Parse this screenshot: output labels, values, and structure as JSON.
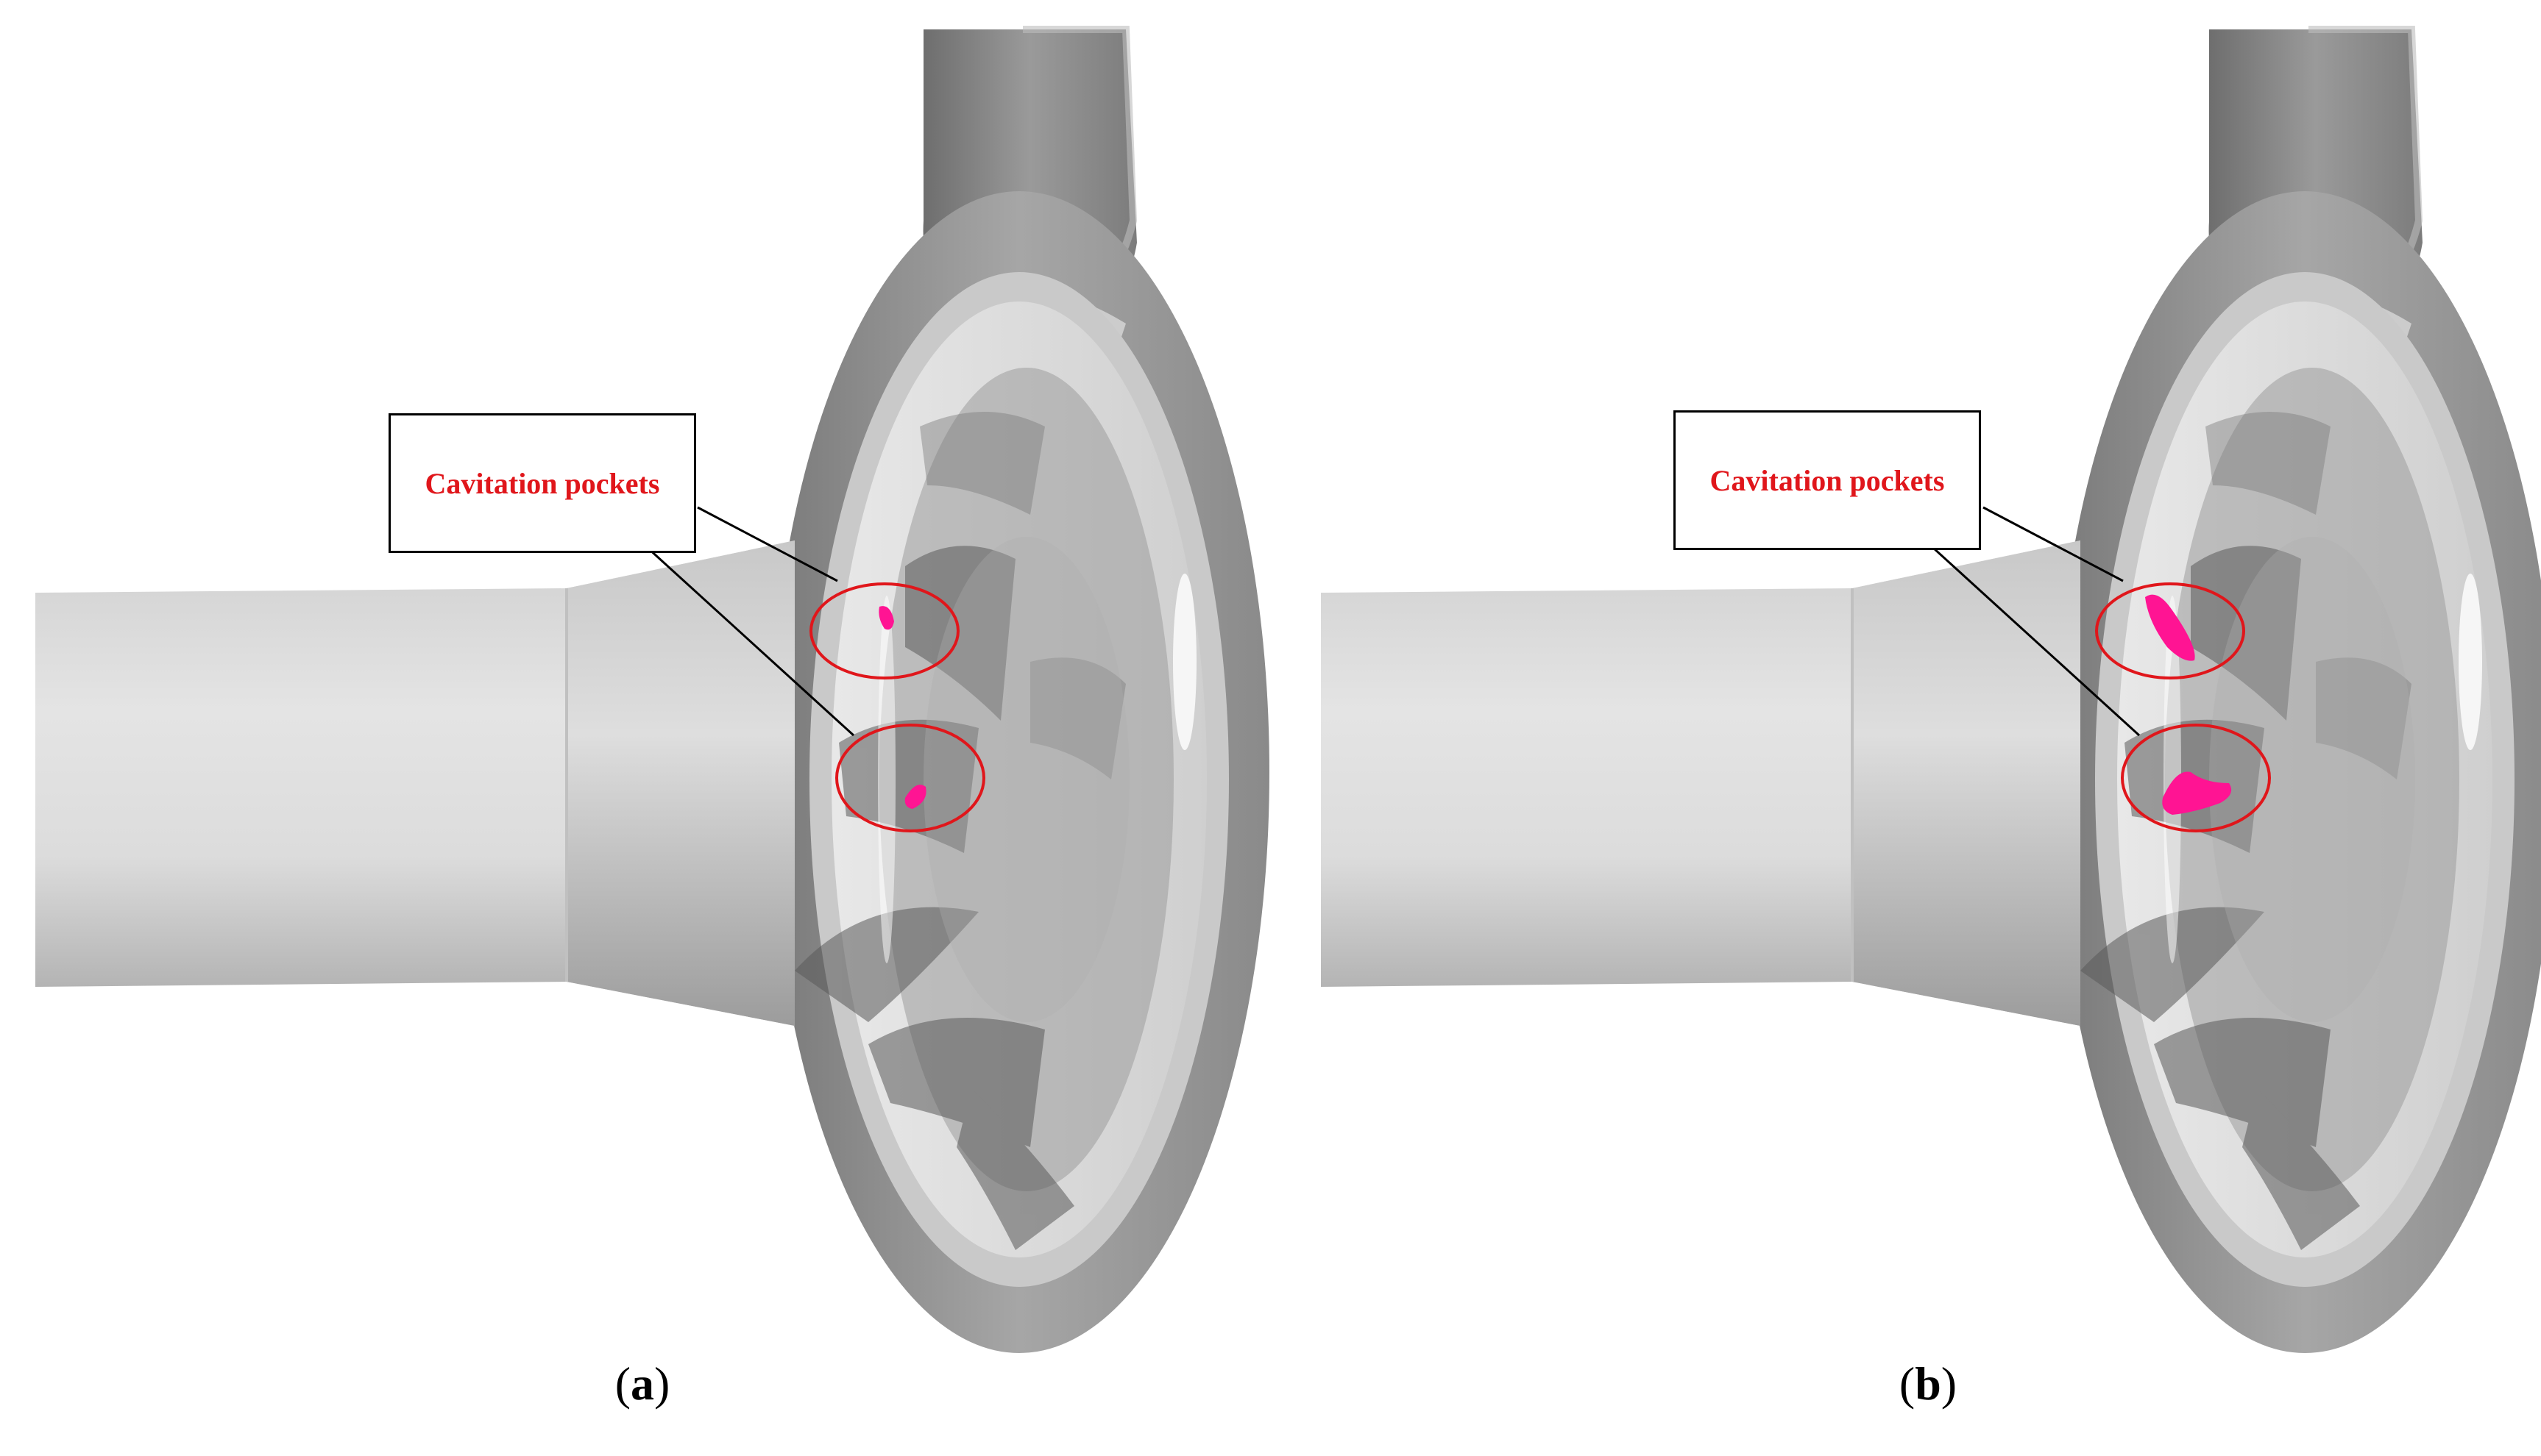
{
  "panels": [
    {
      "id": "a",
      "caption_open": "(",
      "caption_letter": "a",
      "caption_close": ")",
      "callout_label": "Cavitation pockets",
      "pocket_size": "small"
    },
    {
      "id": "b",
      "caption_open": "(",
      "caption_letter": "b",
      "caption_close": ")",
      "callout_label": "Cavitation pockets",
      "pocket_size": "large"
    }
  ],
  "colors": {
    "pocket": "#ff1493",
    "highlight_ring": "#e0161b",
    "callout_text": "#e0161b",
    "casing": "#8a8a8a"
  }
}
